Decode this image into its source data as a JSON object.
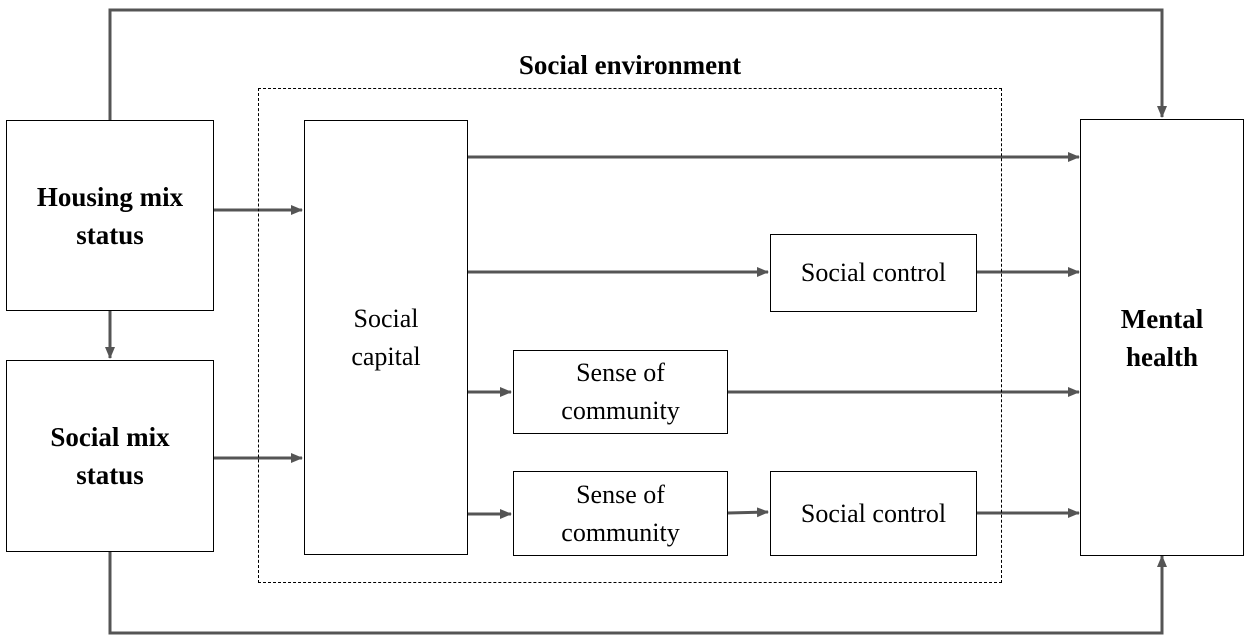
{
  "group": {
    "title": "Social environment"
  },
  "nodes": {
    "housing": {
      "lines": [
        "Housing mix",
        "status"
      ]
    },
    "social_mix": {
      "lines": [
        "Social mix",
        "status"
      ]
    },
    "social_capital": {
      "lines": [
        "Social",
        "capital"
      ]
    },
    "social_control_1": {
      "lines": [
        "Social control"
      ]
    },
    "sense_community_1": {
      "lines": [
        "Sense of",
        "community"
      ]
    },
    "sense_community_2": {
      "lines": [
        "Sense of",
        "community"
      ]
    },
    "social_control_2": {
      "lines": [
        "Social control"
      ]
    },
    "mental_health": {
      "lines": [
        "Mental",
        "health"
      ]
    }
  },
  "edges": [
    {
      "from": "housing",
      "to": "mental_health"
    },
    {
      "from": "housing",
      "to": "social_capital"
    },
    {
      "from": "housing",
      "to": "social_mix"
    },
    {
      "from": "social_mix",
      "to": "social_capital"
    },
    {
      "from": "social_mix",
      "to": "mental_health"
    },
    {
      "from": "social_capital",
      "to": "mental_health"
    },
    {
      "from": "social_capital",
      "to": "social_control_1"
    },
    {
      "from": "social_control_1",
      "to": "mental_health"
    },
    {
      "from": "social_capital",
      "to": "sense_community_1"
    },
    {
      "from": "sense_community_1",
      "to": "mental_health"
    },
    {
      "from": "social_capital",
      "to": "sense_community_2"
    },
    {
      "from": "sense_community_2",
      "to": "social_control_2"
    },
    {
      "from": "social_control_2",
      "to": "mental_health"
    }
  ],
  "colors": {
    "arrow": "#555555",
    "border": "#000000"
  }
}
